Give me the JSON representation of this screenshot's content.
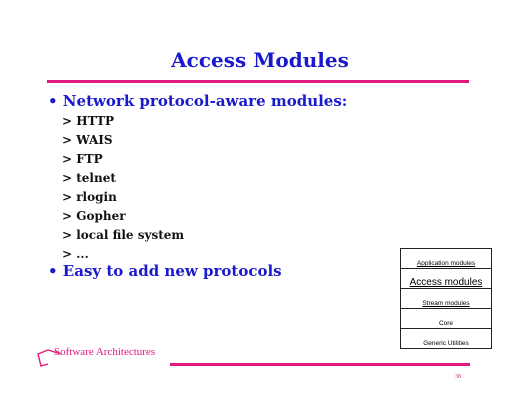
{
  "slide": {
    "title": "Access Modules",
    "bullets": [
      "• Network protocol-aware modules:",
      "• Easy to add new protocols"
    ],
    "subitems": [
      "> HTTP",
      "> WAIS",
      "> FTP",
      "> telnet",
      "> rlogin",
      "> Gopher",
      "> local file system",
      "> ..."
    ]
  },
  "layer_stack": {
    "layers": [
      "Application modules",
      "Access modules",
      "Stream modules",
      "Core",
      "Generic Utilities"
    ],
    "highlighted": "Access modules"
  },
  "footer": {
    "course": "Software Architectures",
    "page": "38"
  },
  "colors": {
    "title": "#1a1acc",
    "accent": "#e0197a"
  }
}
